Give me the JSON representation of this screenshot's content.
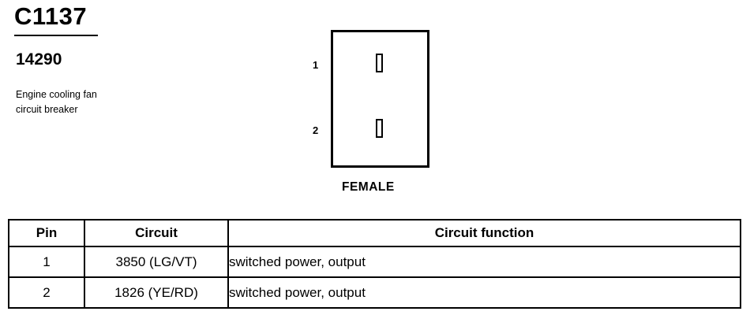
{
  "connector": {
    "id": "C1137",
    "part_number": "14290",
    "description_lines": [
      "Engine cooling fan",
      "circuit breaker"
    ],
    "pin_labels": [
      "1",
      "2"
    ],
    "gender": "FEMALE"
  },
  "table": {
    "headers": [
      "Pin",
      "Circuit",
      "Circuit function"
    ],
    "rows": [
      {
        "pin": "1",
        "circuit": "3850 (LG/VT)",
        "function": "switched power, output"
      },
      {
        "pin": "2",
        "circuit": "1826 (YE/RD)",
        "function": "switched power, output"
      }
    ]
  }
}
